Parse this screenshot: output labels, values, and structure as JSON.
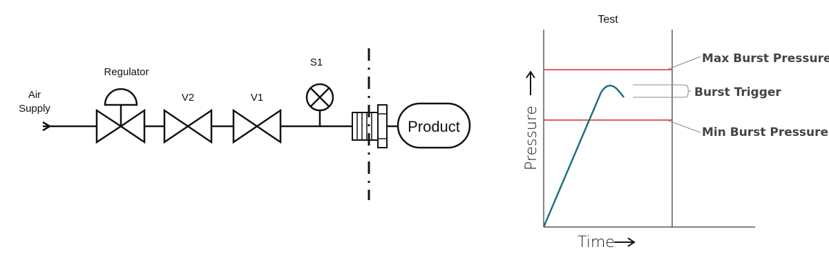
{
  "schematic": {
    "air_supply_line1": "Air",
    "air_supply_line2": "Supply",
    "regulator_label": "Regulator",
    "v2_label": "V2",
    "v1_label": "V1",
    "s1_label": "S1",
    "product_label": "Product"
  },
  "test_chart": {
    "title": "Test",
    "y_axis_label": "Pressure",
    "x_axis_label": "Time",
    "max_burst_label": "Max Burst Pressure",
    "burst_trigger_label": "Burst Trigger",
    "min_burst_label": "Min Burst Pressure",
    "colors": {
      "threshold_lines": "#d9262c",
      "pressure_curve": "#1f6f80",
      "leaders": "#888888"
    }
  }
}
